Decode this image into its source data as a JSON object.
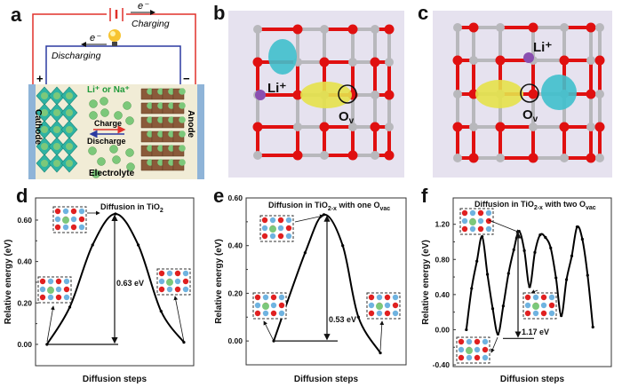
{
  "panel_labels": {
    "a": "a",
    "b": "b",
    "c": "c",
    "d": "d",
    "e": "e",
    "f": "f"
  },
  "panel_a": {
    "electron_top": "e⁻",
    "charging": "Charging",
    "electron_bottom": "e⁻",
    "discharging": "Discharging",
    "plus": "+",
    "minus": "−",
    "ions": "Li⁺ or Na⁺",
    "cathode": "Cathode",
    "anode": "Anode",
    "charge": "Charge",
    "discharge": "Discharge",
    "electrolyte": "Electrolyte",
    "colors": {
      "charging_wire": "#e0302a",
      "discharging_wire": "#2b3aa0",
      "ion": "#7cc87a",
      "cathode": "#2fb3a3",
      "anode": "#8a5a3a",
      "electrolyte": "#f1ecd6",
      "collector": "#8fb4d8"
    }
  },
  "panel_b": {
    "li_label": "Li⁺",
    "ov_label": "O",
    "ov_sub": "v"
  },
  "panel_c": {
    "li_label": "Li⁺",
    "ov_label": "O",
    "ov_sub": "v"
  },
  "colors": {
    "lattice_bg": "#e6e2ef",
    "oxygen": "#e01010",
    "titanium": "#b8b8bc",
    "lithium": "#8a4fb0",
    "yellow_lobe": "#e6e24a",
    "cyan_lobe": "#3fc0cc",
    "curve": "#000000"
  },
  "chart_data": [
    {
      "id": "d",
      "type": "line",
      "title_parts": [
        "Diffusion in TiO",
        "2"
      ],
      "xlabel": "Diffusion steps",
      "ylabel": "Relative energy (eV)",
      "yticks": [
        "0.00",
        "0.20",
        "0.40",
        "0.60"
      ],
      "ytick_values": [
        0,
        0.2,
        0.4,
        0.6
      ],
      "ylim": [
        -0.103,
        0.707
      ],
      "xlim": [
        -0.5,
        6.43
      ],
      "x": [
        0,
        1,
        2,
        3,
        4,
        5,
        6
      ],
      "y": [
        0,
        0.18,
        0.48,
        0.63,
        0.48,
        0.16,
        0.01
      ],
      "barrier_label": "0.63 eV",
      "barrier": 0.63
    },
    {
      "id": "e",
      "type": "line",
      "title_parts": [
        "Diffusion in TiO",
        "2-x",
        " with one O",
        "vac"
      ],
      "xlabel": "Diffusion steps",
      "ylabel": "Relative energy (eV)",
      "yticks": [
        "0.00",
        "0.20",
        "0.40",
        "0.60"
      ],
      "ytick_values": [
        0,
        0.2,
        0.4,
        0.6
      ],
      "ylim": [
        -0.1,
        0.6
      ],
      "xlim": [
        -0.88,
        4.22
      ],
      "x": [
        0,
        1.0,
        1.6,
        2.2,
        2.7,
        3.4
      ],
      "y": [
        0,
        0.37,
        0.53,
        0.4,
        0.1,
        -0.05
      ],
      "barrier_label": "0.53 eV",
      "barrier": 0.53
    },
    {
      "id": "f",
      "type": "line",
      "title_parts": [
        "Diffusion in TiO",
        "2-x",
        " with two O",
        "vac"
      ],
      "xlabel": "Diffusion steps",
      "ylabel": "Relative energy (eV)",
      "yticks": [
        "-0.40",
        "0.00",
        "0.40",
        "0.80",
        "1.20"
      ],
      "ytick_values": [
        -0.4,
        0,
        0.4,
        0.8,
        1.2
      ],
      "ylim": [
        -0.42,
        1.5
      ],
      "xlim": [
        -2.5,
        27.5
      ],
      "x": [
        0,
        1,
        2,
        3,
        4,
        5,
        6,
        7,
        8,
        9,
        10,
        11,
        12,
        13,
        14,
        15,
        16,
        17,
        18,
        19,
        20,
        21,
        22,
        23,
        24
      ],
      "y": [
        0,
        0.47,
        0.78,
        1.06,
        0.63,
        0.24,
        -0.05,
        0.27,
        0.64,
        0.91,
        1.12,
        0.9,
        0.49,
        0.88,
        1.08,
        1.05,
        0.93,
        0.59,
        0.16,
        0.57,
        0.84,
        1.17,
        1.03,
        0.62,
        0.03
      ],
      "barrier_label": "1.17 eV",
      "barrier": 1.17
    }
  ]
}
